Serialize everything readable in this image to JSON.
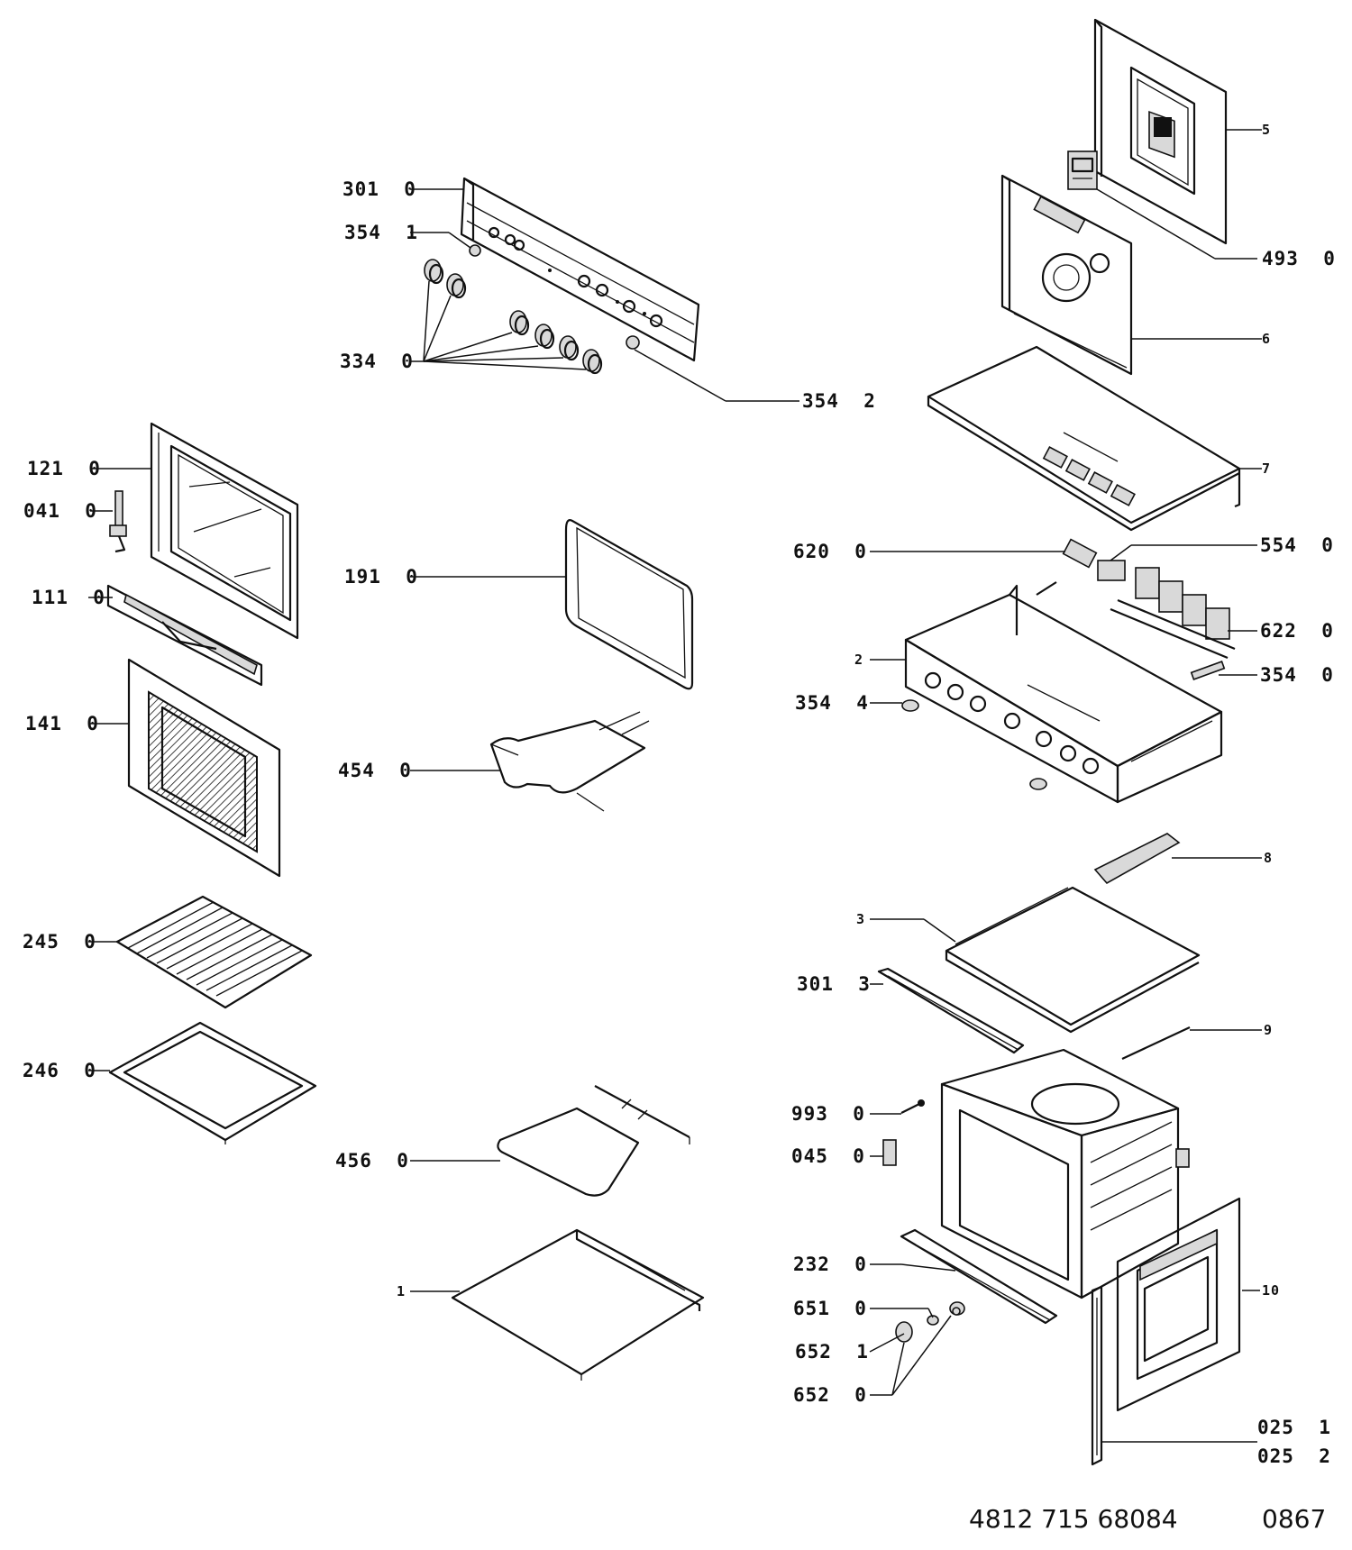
{
  "labels": {
    "l_301_0": "301  0",
    "l_354_1": "354  1",
    "l_334_0": "334  0",
    "l_354_2": "354  2",
    "l_121_0": "121  0",
    "l_041_0": "041  0",
    "l_111_0": "111  0",
    "l_141_0": "141  0",
    "l_245_0": "245  0",
    "l_246_0": "246  0",
    "l_191_0": "191  0",
    "l_454_0": "454  0",
    "l_456_0": "456  0",
    "l_1": "1",
    "l_5": "5",
    "l_493_0": "493  0",
    "l_6": "6",
    "l_7": "7",
    "l_620_0": "620  0",
    "l_554_0": "554  0",
    "l_622_0": "622  0",
    "l_2": "2",
    "l_354_0": "354  0",
    "l_354_4": "354  4",
    "l_8": "8",
    "l_3": "3",
    "l_301_3": "301  3",
    "l_9": "9",
    "l_993_0": "993  0",
    "l_045_0": "045  0",
    "l_232_0": "232  0",
    "l_651_0": "651  0",
    "l_652_1": "652  1",
    "l_652_0": "652  0",
    "l_10": "10",
    "l_025_1": "025  1",
    "l_025_2": "025  2"
  },
  "footer": {
    "part_number": "4812 715 68084",
    "code": "0867"
  }
}
